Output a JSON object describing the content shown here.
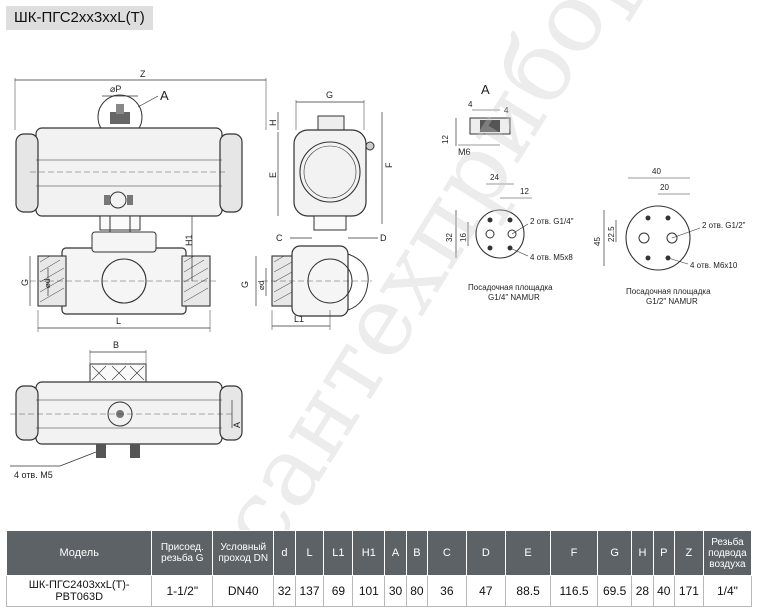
{
  "title": "ШК-ПГС2хх3ххL(Т)",
  "labels": {
    "z": "Z",
    "p": "⌀P",
    "a_callout": "A",
    "h1": "H1",
    "g": "G",
    "d": "⌀d",
    "l": "L",
    "g_top": "G",
    "h": "H",
    "e": "E",
    "f": "F",
    "c": "C",
    "dd": "D",
    "l1": "L1",
    "b": "B",
    "a_side": "A",
    "holes_m5": "4 отв. М5",
    "detail_a": "A",
    "d4a": "4",
    "d4b": "4",
    "d12": "12",
    "m6": "М6",
    "dim24": "24",
    "dim12": "12",
    "dim32": "32",
    "dim16": "16",
    "holes_g14": "2 отв. G1/4\"",
    "holes_m5x8": "4 отв. М5х8",
    "caption1_l1": "Посадочная площадка",
    "caption1_l2": "G1/4\" NAMUR",
    "dim40": "40",
    "dim20": "20",
    "dim45": "45",
    "dim225": "22.5",
    "holes_g12": "2 отв. G1/2\"",
    "holes_m6x10": "4 отв. М6х10",
    "caption2_l1": "Посадочная площадка",
    "caption2_l2": "G1/2\" NAMUR"
  },
  "watermark": "сантехприбор.рф",
  "table": {
    "headers": [
      {
        "label": "Модель"
      },
      {
        "label": "Присоед. резьба G"
      },
      {
        "label": "Условный проход DN"
      },
      {
        "label": "d"
      },
      {
        "label": "L"
      },
      {
        "label": "L1"
      },
      {
        "label": "H1"
      },
      {
        "label": "A"
      },
      {
        "label": "B"
      },
      {
        "label": "C"
      },
      {
        "label": "D"
      },
      {
        "label": "E"
      },
      {
        "label": "F"
      },
      {
        "label": "G"
      },
      {
        "label": "H"
      },
      {
        "label": "P"
      },
      {
        "label": "Z"
      },
      {
        "label": "Резьба подвода воздуха"
      }
    ],
    "rows": [
      [
        "ШК-ПГС2403ххL(Т)-PBT063D",
        "1-1/2\"",
        "DN40",
        "32",
        "137",
        "69",
        "101",
        "30",
        "80",
        "36",
        "47",
        "88.5",
        "116.5",
        "69.5",
        "28",
        "40",
        "171",
        "1/4\""
      ]
    ]
  }
}
